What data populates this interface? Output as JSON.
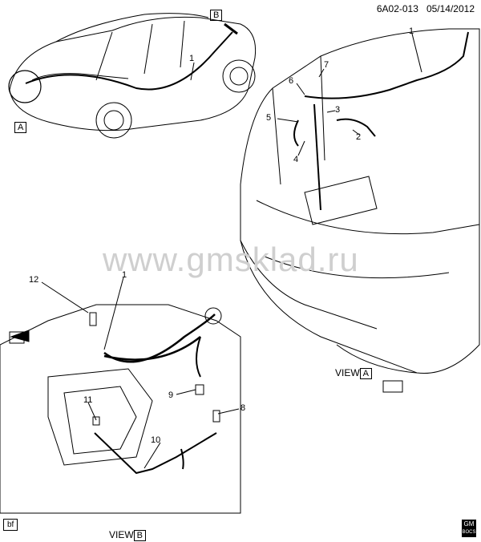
{
  "header": {
    "code": "6A02-013",
    "date": "05/14/2012"
  },
  "watermark": "www.gmsklad.ru",
  "views": {
    "view_a": "VIEW",
    "view_a_box": "A",
    "view_b": "VIEW",
    "view_b_box": "B"
  },
  "top_left_boxes": {
    "a": "A",
    "b": "B"
  },
  "callouts_trunk": [
    "1",
    "2",
    "3",
    "4",
    "5",
    "6",
    "7"
  ],
  "callouts_engine": [
    "1",
    "8",
    "9",
    "10",
    "11",
    "12"
  ],
  "callout_car": "1",
  "corner_tag": "bf",
  "logo": {
    "top": "GM",
    "bottom": "BOCS"
  }
}
